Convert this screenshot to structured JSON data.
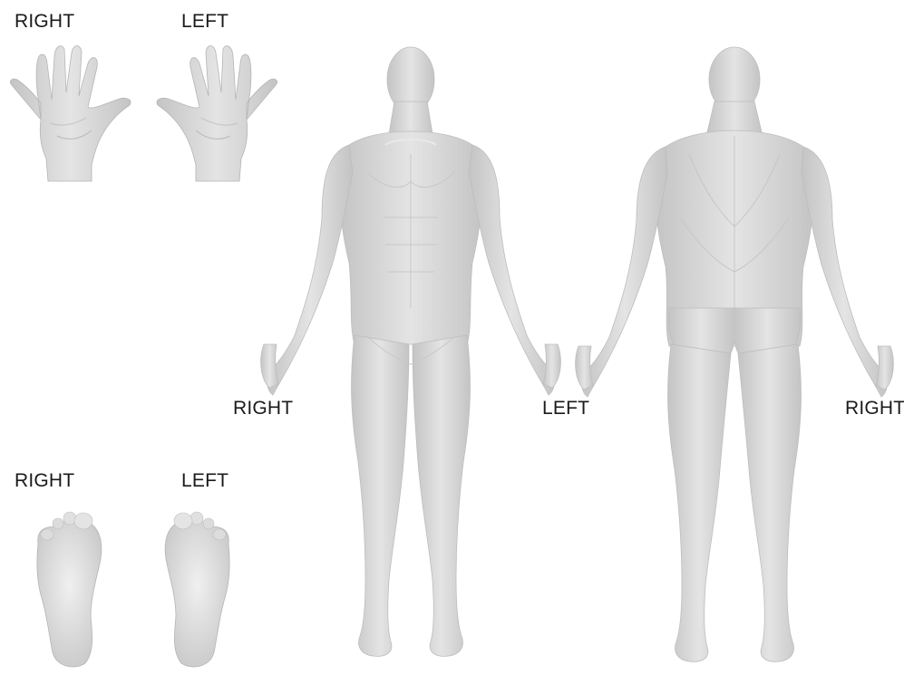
{
  "hands": {
    "right_label": "RIGHT",
    "left_label": "LEFT"
  },
  "feet": {
    "right_label": "RIGHT",
    "left_label": "LEFT"
  },
  "front_view": {
    "right_label": "RIGHT",
    "left_label": "LEFT"
  },
  "back_view": {
    "right_label": "RIGHT"
  },
  "colors": {
    "figure_fill": "#d6d6d6",
    "figure_shade": "#bcbcbc",
    "figure_highlight": "#eeeeee",
    "label_text": "#1a1a1a",
    "background": "#ffffff"
  }
}
